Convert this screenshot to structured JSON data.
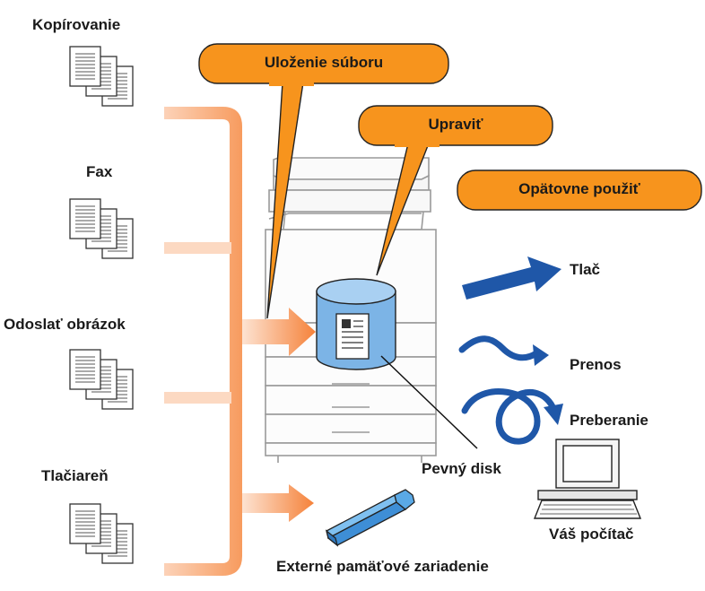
{
  "sources": {
    "copy": "Kopírovanie",
    "fax": "Fax",
    "send_image": "Odoslať obrázok",
    "printer": "Tlačiareň"
  },
  "callouts": {
    "file_save": "Uloženie súboru",
    "edit": "Upraviť",
    "reuse": "Opätovne použiť"
  },
  "outputs": {
    "print": "Tlač",
    "transfer": "Prenos",
    "retrieve": "Preberanie"
  },
  "devices": {
    "hard_disk": "Pevný disk",
    "your_pc": "Váš počítač",
    "external_memory": "Externé pamäťové zariadenie"
  },
  "colors": {
    "callout_fill": "#F7941D",
    "flow_gradient_start": "#FDE3D2",
    "flow_gradient_end": "#F5823A",
    "disk_blue": "#7CB4E6",
    "arrow_blue": "#1F57A8",
    "usb_blue": "#5AA9E6"
  },
  "icons": {
    "document_stack": "document-stack-icon",
    "multifunction_printer": "mfp-printer-icon",
    "hard_disk": "hard-disk-cylinder-icon",
    "computer": "desktop-computer-icon",
    "usb_drive": "usb-drive-icon"
  }
}
